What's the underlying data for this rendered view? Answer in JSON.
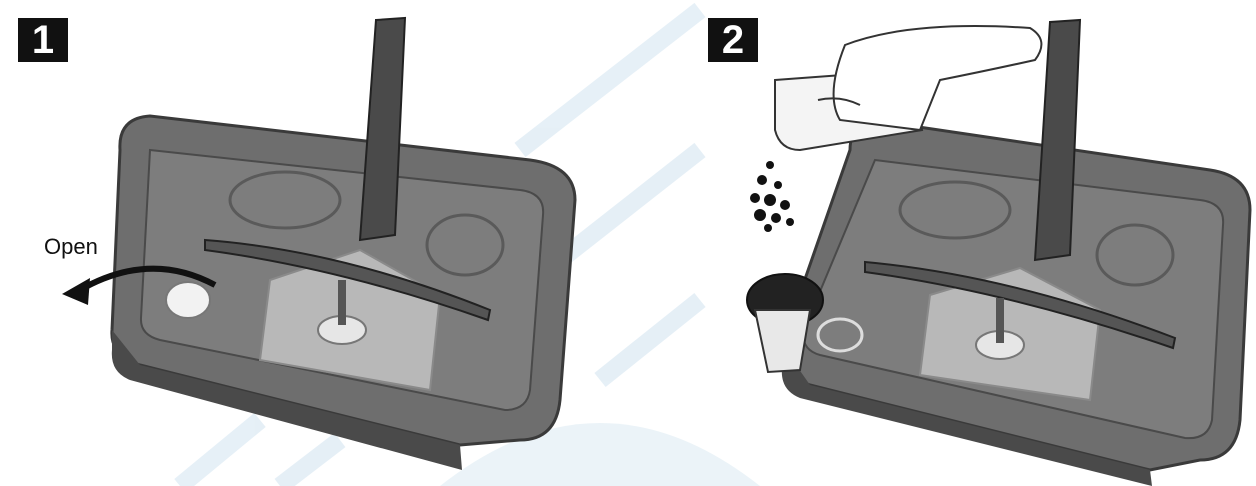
{
  "steps": [
    {
      "number": "1",
      "label": "Open"
    },
    {
      "number": "2"
    }
  ],
  "colors": {
    "tray": "#6e6e6e",
    "tray_dark": "#4a4a4a",
    "tray_light": "#8a8a8a",
    "arm": "#555555",
    "filter_plate": "#b8b8b8",
    "badge": "#111111",
    "watermark": "#dbe9f3"
  }
}
